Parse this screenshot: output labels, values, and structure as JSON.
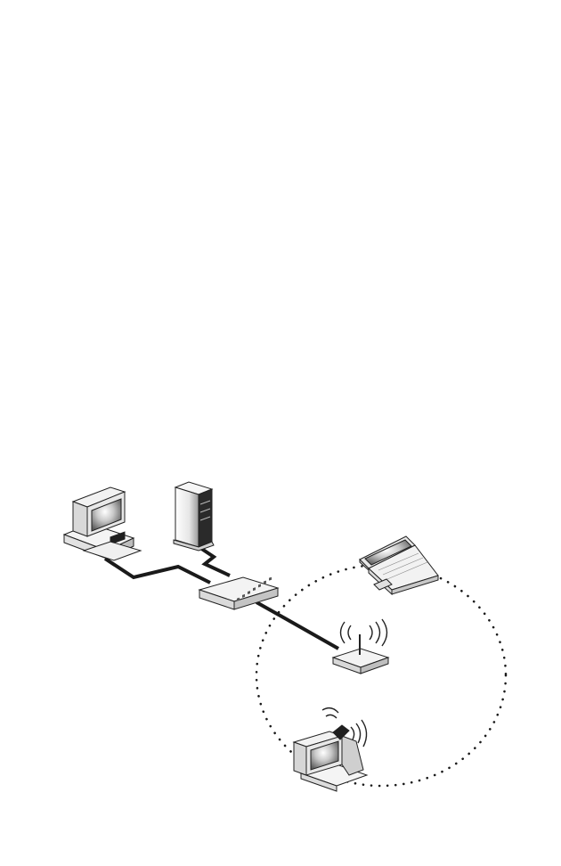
{
  "diagram": {
    "nodes": [
      {
        "id": "desktop-pc",
        "icon": "desktop-computer-icon"
      },
      {
        "id": "tower-server",
        "icon": "tower-server-icon"
      },
      {
        "id": "network-switch",
        "icon": "switch-icon"
      },
      {
        "id": "wireless-router",
        "icon": "wireless-router-icon"
      },
      {
        "id": "laptop",
        "icon": "laptop-icon"
      },
      {
        "id": "wireless-desktop",
        "icon": "wireless-desktop-icon"
      }
    ],
    "wired_links": [
      {
        "from": "desktop-pc",
        "to": "network-switch"
      },
      {
        "from": "tower-server",
        "to": "network-switch"
      },
      {
        "from": "network-switch",
        "to": "wireless-router"
      }
    ],
    "wireless_coverage": {
      "center": "wireless-router",
      "style": "dotted-circle"
    },
    "colors": {
      "cable": "#1a1a1a",
      "outline": "#222222",
      "device_face": "#f2f2f2",
      "device_shade": "#cfcfcf",
      "screen": "#8f8f8f",
      "dark_panel": "#1f1f1f"
    }
  }
}
